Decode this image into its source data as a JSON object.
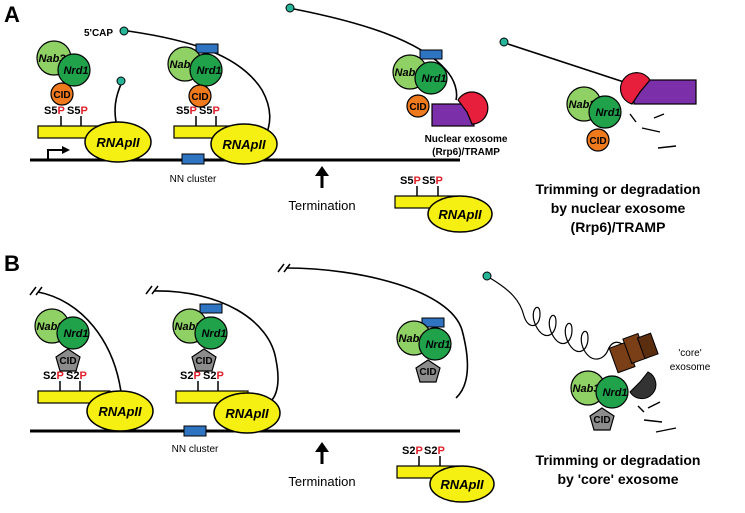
{
  "panels": {
    "a": "A",
    "b": "B"
  },
  "labels": {
    "five_cap": "5'CAP",
    "nab3": "Nab3",
    "nrd1": "Nrd1",
    "cid": "CID",
    "rnapii": "RNApII",
    "nn_cluster": "NN cluster",
    "termination": "Termination",
    "s5": "S5",
    "s2": "S2",
    "p": "P",
    "nuclear_exosome_1": "Nuclear exosome",
    "nuclear_exosome_2": "(Rrp6)/TRAMP",
    "core_exosome_1": "'core'",
    "core_exosome_2": "exosome"
  },
  "captions": {
    "a_line1": "Trimming or degradation",
    "a_line2": "by nuclear exosome",
    "a_line3": "(Rrp6)/TRAMP",
    "b_line1": "Trimming or degradation",
    "b_line2": "by 'core' exosome"
  },
  "colors": {
    "rnap": "#f5ef12",
    "nab3": "#8fd165",
    "nrd1": "#1fa24a",
    "cid_a": "#ee7a1d",
    "cid_b": "#8c8c8c",
    "nn_box": "#2f74c0",
    "exosome_purple": "#7b2fa8",
    "exosome_red": "#e81f3c",
    "core_brown": "#7a3f17",
    "core_dark": "#333333",
    "cap_dot": "#27b59a",
    "phospho": "#e0202a"
  }
}
